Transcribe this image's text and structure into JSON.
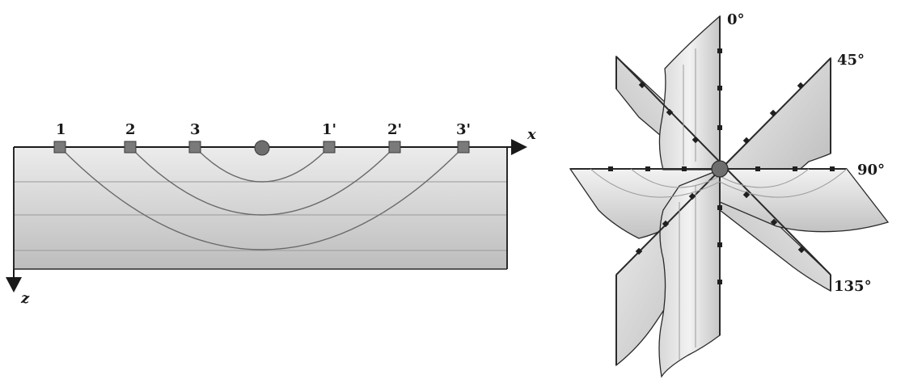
{
  "left_panel": {
    "receiver_labels": [
      "1",
      "2",
      "3",
      "1'",
      "2'",
      "3'"
    ],
    "x_axis_label": "x",
    "z_axis_label": "z"
  },
  "right_panel": {
    "azimuth_labels": [
      "0°",
      "45°",
      "90°",
      "135°"
    ]
  },
  "colors": {
    "line": "#2a2a2a",
    "fill_light": "#e8e8e8",
    "fill_dark": "#c4c4c4",
    "marker": "#7a7a7a"
  }
}
